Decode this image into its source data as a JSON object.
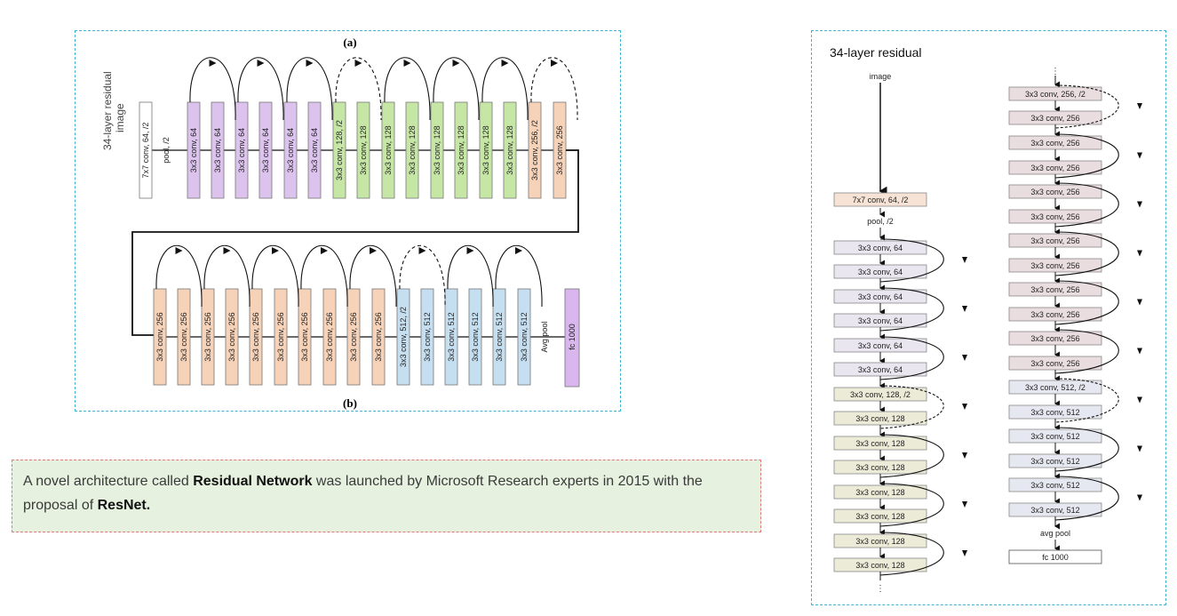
{
  "left_panel": {
    "label_a": "(a)",
    "label_b": "(b)",
    "side_title_1": "34-layer residual",
    "side_title_2": "image",
    "row1": [
      "7x7 conv, 64, /2",
      "pool, /2",
      "3x3 conv, 64",
      "3x3 conv, 64",
      "3x3 conv, 64",
      "3x3 conv, 64",
      "3x3 conv, 64",
      "3x3 conv, 64",
      "3x3 conv, 128, /2",
      "3x3 conv, 128",
      "3x3 conv, 128",
      "3x3 conv, 128",
      "3x3 conv, 128",
      "3x3 conv, 128",
      "3x3 conv, 128",
      "3x3 conv, 128",
      "3x3 conv, 256, /2",
      "3x3 conv, 256"
    ],
    "row2": [
      "3x3 conv, 256",
      "3x3 conv, 256",
      "3x3 conv, 256",
      "3x3 conv, 256",
      "3x3 conv, 256",
      "3x3 conv, 256",
      "3x3 conv, 256",
      "3x3 conv, 256",
      "3x3 conv, 256",
      "3x3 conv, 256",
      "3x3 conv, 512, /2",
      "3x3 conv, 512",
      "3x3 conv, 512",
      "3x3 conv, 512",
      "3x3 conv, 512",
      "3x3 conv, 512",
      "Avg pool",
      "fc 1000"
    ]
  },
  "right_panel": {
    "title": "34-layer residual",
    "col1_top": "image",
    "col1": [
      "7x7 conv, 64, /2",
      "pool, /2",
      "3x3 conv, 64",
      "3x3 conv, 64",
      "3x3 conv, 64",
      "3x3 conv, 64",
      "3x3 conv, 64",
      "3x3 conv, 64",
      "3x3 conv, 128, /2",
      "3x3 conv, 128",
      "3x3 conv, 128",
      "3x3 conv, 128",
      "3x3 conv, 128",
      "3x3 conv, 128",
      "3x3 conv, 128",
      "3x3 conv, 128"
    ],
    "col2": [
      "3x3 conv, 256, /2",
      "3x3 conv, 256",
      "3x3 conv, 256",
      "3x3 conv, 256",
      "3x3 conv, 256",
      "3x3 conv, 256",
      "3x3 conv, 256",
      "3x3 conv, 256",
      "3x3 conv, 256",
      "3x3 conv, 256",
      "3x3 conv, 256",
      "3x3 conv, 256",
      "3x3 conv, 512, /2",
      "3x3 conv, 512",
      "3x3 conv, 512",
      "3x3 conv, 512",
      "3x3 conv, 512",
      "3x3 conv, 512",
      "avg pool",
      "fc 1000"
    ],
    "ellipsis": "⋮"
  },
  "callout": {
    "part1": "A novel architecture called ",
    "bold1": "Residual Network",
    "part2": " was launched by Microsoft Research experts in 2015 with the proposal of ",
    "bold2": "ResNet."
  },
  "colors": {
    "panel_border": "#3fb3cf",
    "callout_border": "#e07a7a",
    "callout_bg": "#e6f1df",
    "purple": "#dcc3ee",
    "green": "#c6e6a6",
    "peach": "#f6d2b8",
    "blue": "#c6dff0",
    "violet": "#d9b6ee",
    "r_peach": "#f6e3d6",
    "r_lav": "#e9e6ef",
    "r_green": "#ecebd8",
    "r_pink": "#eadde0",
    "r_blue": "#e6e8f1"
  }
}
